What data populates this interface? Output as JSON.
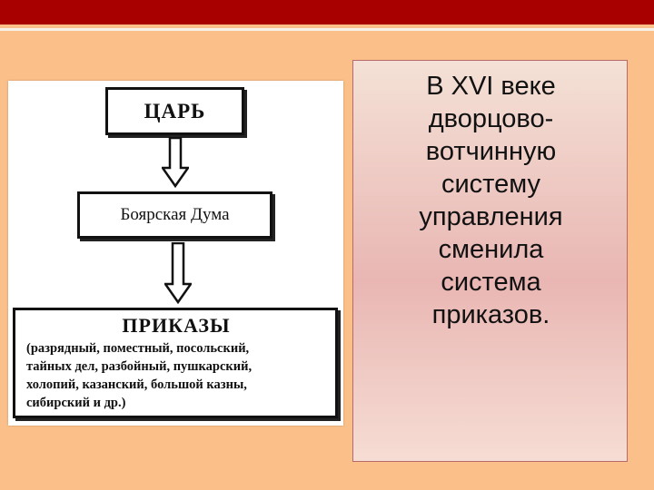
{
  "slide": {
    "diagram": {
      "top_box": "ЦАРЬ",
      "middle_box": "Боярская Дума",
      "bottom_box": {
        "title": "ПРИКАЗЫ",
        "list": "(разрядный, поместный, посольский,\nтайных дел, разбойный, пушкарский,\nхолопий, казанский, большой казны,\nсибирский и др.)"
      }
    },
    "text_panel": {
      "text": "В XVI веке\nдворцово-\nвотчинную\nсистему\nуправления\nсменила\nсистема\nприказов."
    }
  },
  "colors": {
    "background": "#fbc089",
    "top_bar": "#a80000",
    "panel_border": "#b86a6a"
  }
}
